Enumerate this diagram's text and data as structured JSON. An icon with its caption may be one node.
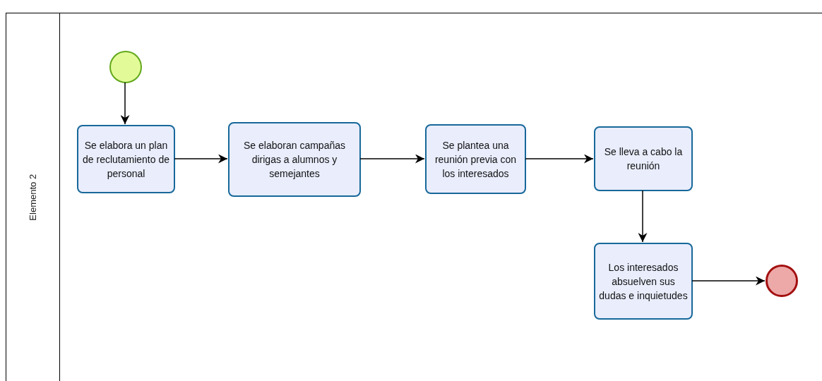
{
  "diagram": {
    "nodes": [
      {
        "text": [
          "Elemento 2"
        ]
      },
      {
        "text": [],
        "shape": "circle",
        "in": 0
      },
      {
        "text": [
          "Se elabora un plan de reclutamiento de personal"
        ],
        "in": 0
      },
      {
        "text": [
          "Se elaboran campañas dirigas a alumnos  y semejantes"
        ],
        "in": 0
      },
      {
        "text": [
          "Se plantea una reunión previa con los interesados"
        ],
        "in": 0
      },
      {
        "text": [
          "Se lleva a cabo la reunión"
        ],
        "in": 0
      },
      {
        "text": [
          "Los interesados absuelven sus dudas e inquietudes"
        ],
        "in": 0
      },
      {
        "text": [],
        "shape": "circle",
        "in": 0
      }
    ],
    "edges": [
      {
        "from": 1,
        "to": 2,
        "arrow": "to"
      },
      {
        "from": 2,
        "to": 3,
        "arrow": "to"
      },
      {
        "from": 3,
        "to": 4,
        "arrow": "to"
      },
      {
        "from": 4,
        "to": 5,
        "arrow": "to"
      },
      {
        "from": 5,
        "to": 6,
        "arrow": "to"
      },
      {
        "from": 6,
        "to": 7,
        "arrow": "to"
      }
    ]
  }
}
